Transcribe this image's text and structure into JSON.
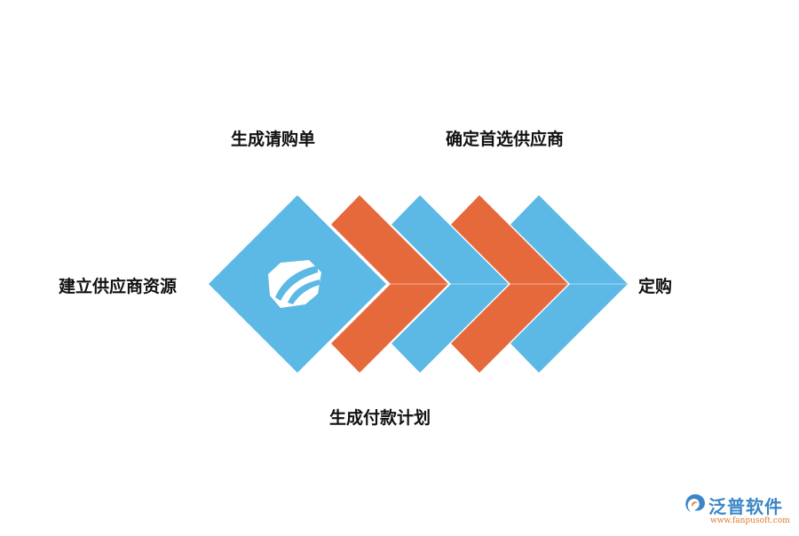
{
  "diagram": {
    "steps": [
      {
        "label": "建立供应商资源"
      },
      {
        "label": "生成请购单"
      },
      {
        "label": "生成付款计划"
      },
      {
        "label": "确定首选供应商"
      },
      {
        "label": "定购"
      }
    ]
  },
  "watermark": {
    "name": "泛普软件",
    "url": "www.fanpusoft.com"
  },
  "colors": {
    "blue": "#5cb8e5",
    "orange": "#e5693b",
    "text": "#111111",
    "watermark_blue": "#3b86c6",
    "watermark_orange": "#e07a2e"
  },
  "icons": {
    "center_logo": "fanpu-logo-icon",
    "watermark_logo": "fanpu-swirl-icon"
  }
}
